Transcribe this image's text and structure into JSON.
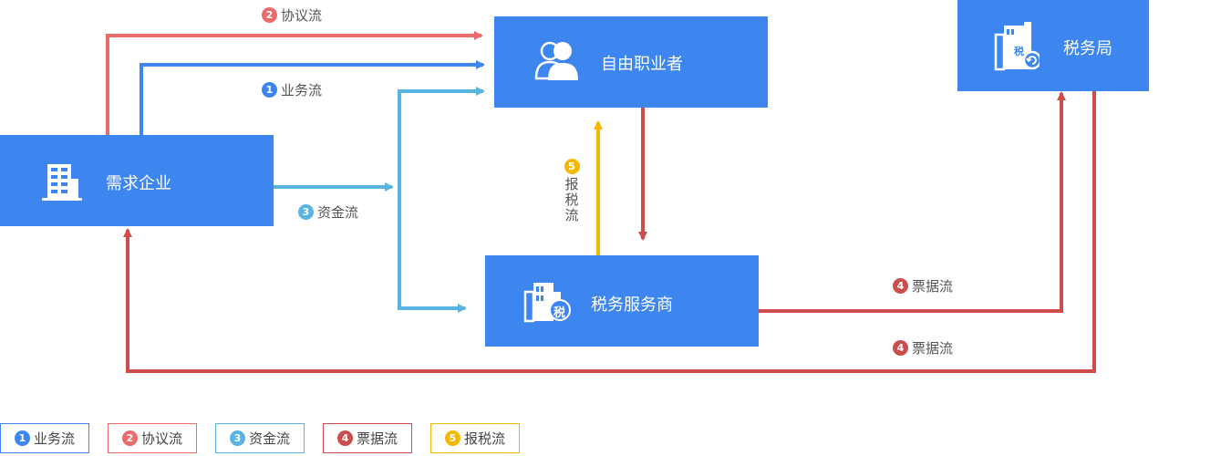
{
  "colors": {
    "business": "#3d86f0",
    "agreement": "#ea6b6b",
    "funds": "#5ab4e2",
    "invoice": "#cd4d4d",
    "tax": "#f5b800",
    "node_bg": "#3d86f0"
  },
  "nodes": {
    "freelancer": {
      "label": "自由职业者",
      "icon": "users-icon"
    },
    "tax_bureau": {
      "label": "税务局",
      "icon": "tax-bureau-building-icon"
    },
    "enterprise": {
      "label": "需求企业",
      "icon": "office-building-icon"
    },
    "tax_provider": {
      "label": "税务服务商",
      "icon": "tax-building-icon",
      "icon_text": "税"
    },
    "tax_bureau_icon_text": "税"
  },
  "flows": {
    "agreement": {
      "num": "2",
      "label": "协议流"
    },
    "business": {
      "num": "1",
      "label": "业务流"
    },
    "funds": {
      "num": "3",
      "label": "资金流"
    },
    "tax_filing": {
      "num": "5",
      "label": "报税流"
    },
    "invoice_top": {
      "num": "4",
      "label": "票据流"
    },
    "invoice_bottom": {
      "num": "4",
      "label": "票据流"
    }
  },
  "legend": [
    {
      "num": "1",
      "label": "业务流",
      "color": "#3d86f0"
    },
    {
      "num": "2",
      "label": "协议流",
      "color": "#ea6b6b"
    },
    {
      "num": "3",
      "label": "资金流",
      "color": "#5ab4e2"
    },
    {
      "num": "4",
      "label": "票据流",
      "color": "#cd4d4d"
    },
    {
      "num": "5",
      "label": "报税流",
      "color": "#f5b800"
    }
  ]
}
